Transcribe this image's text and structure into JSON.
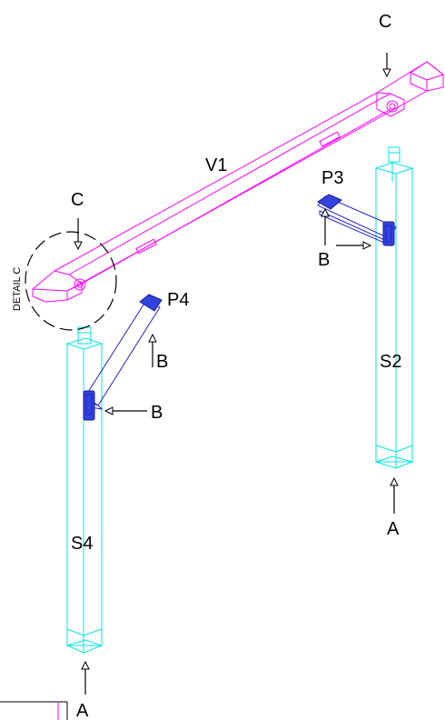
{
  "labels": {
    "beam": "V1",
    "post_right": "S2",
    "post_left": "S4",
    "brace_right": "P3",
    "brace_left": "P4",
    "detail_top_right": "C",
    "detail_left": "C",
    "detail_caption": "DETAIL C",
    "section_b_right_vertical": "B",
    "section_b_right_horizontal": "B",
    "section_b_left_vertical": "B",
    "section_b_left_horizontal": "B",
    "section_a_right": "A",
    "section_a_left": "A"
  },
  "colors": {
    "beam": "#ff00ff",
    "posts": "#00e5e5",
    "braces": "#2222cc",
    "annotations": "#000000"
  }
}
